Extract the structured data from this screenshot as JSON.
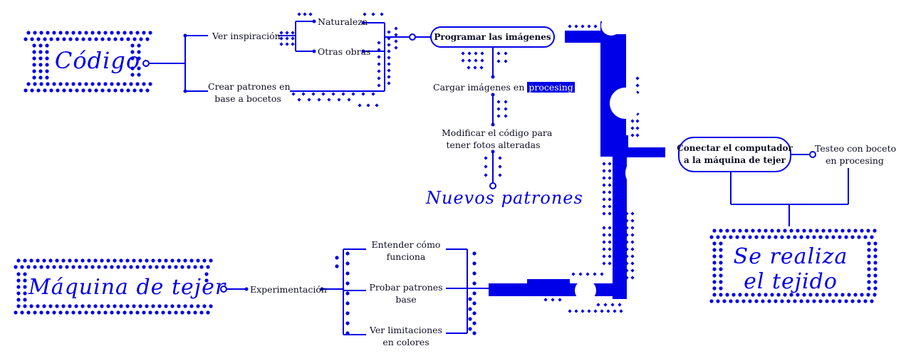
{
  "colors": {
    "accent": "#0000e8",
    "text": "#0d0d24",
    "background": "#ffffff"
  },
  "title_codigo": "Código",
  "title_maquina": "Máquina de tejer",
  "title_se_realiza_1": "Se realiza",
  "title_se_realiza_2": "el tejido",
  "title_nuevos_patrones": "Nuevos patrones",
  "nodes": {
    "ver_inspiracion": "Ver inspiración",
    "naturaleza": "Naturaleza",
    "otras_obras": "Otras obras",
    "crear_patrones_1": "Crear patrones en",
    "crear_patrones_2": "base a bocetos",
    "programar": "Programar las imágenes",
    "cargar_prefix": "Cargar imágenes en",
    "cargar_highlight": "procesing",
    "modificar_1": "Modificar el código para",
    "modificar_2": "tener fotos alteradas",
    "conectar_1": "Conectar el computador",
    "conectar_2": "a la máquina de tejer",
    "testeo_1": "Testeo con boceto",
    "testeo_2": "en procesing",
    "experimentacion": "Experimentación",
    "entender_1": "Entender cómo",
    "entender_2": "funciona",
    "probar_1": "Probar patrones",
    "probar_2": "base",
    "ver_limit_1": "Ver limitaciones",
    "ver_limit_2": "en colores"
  }
}
